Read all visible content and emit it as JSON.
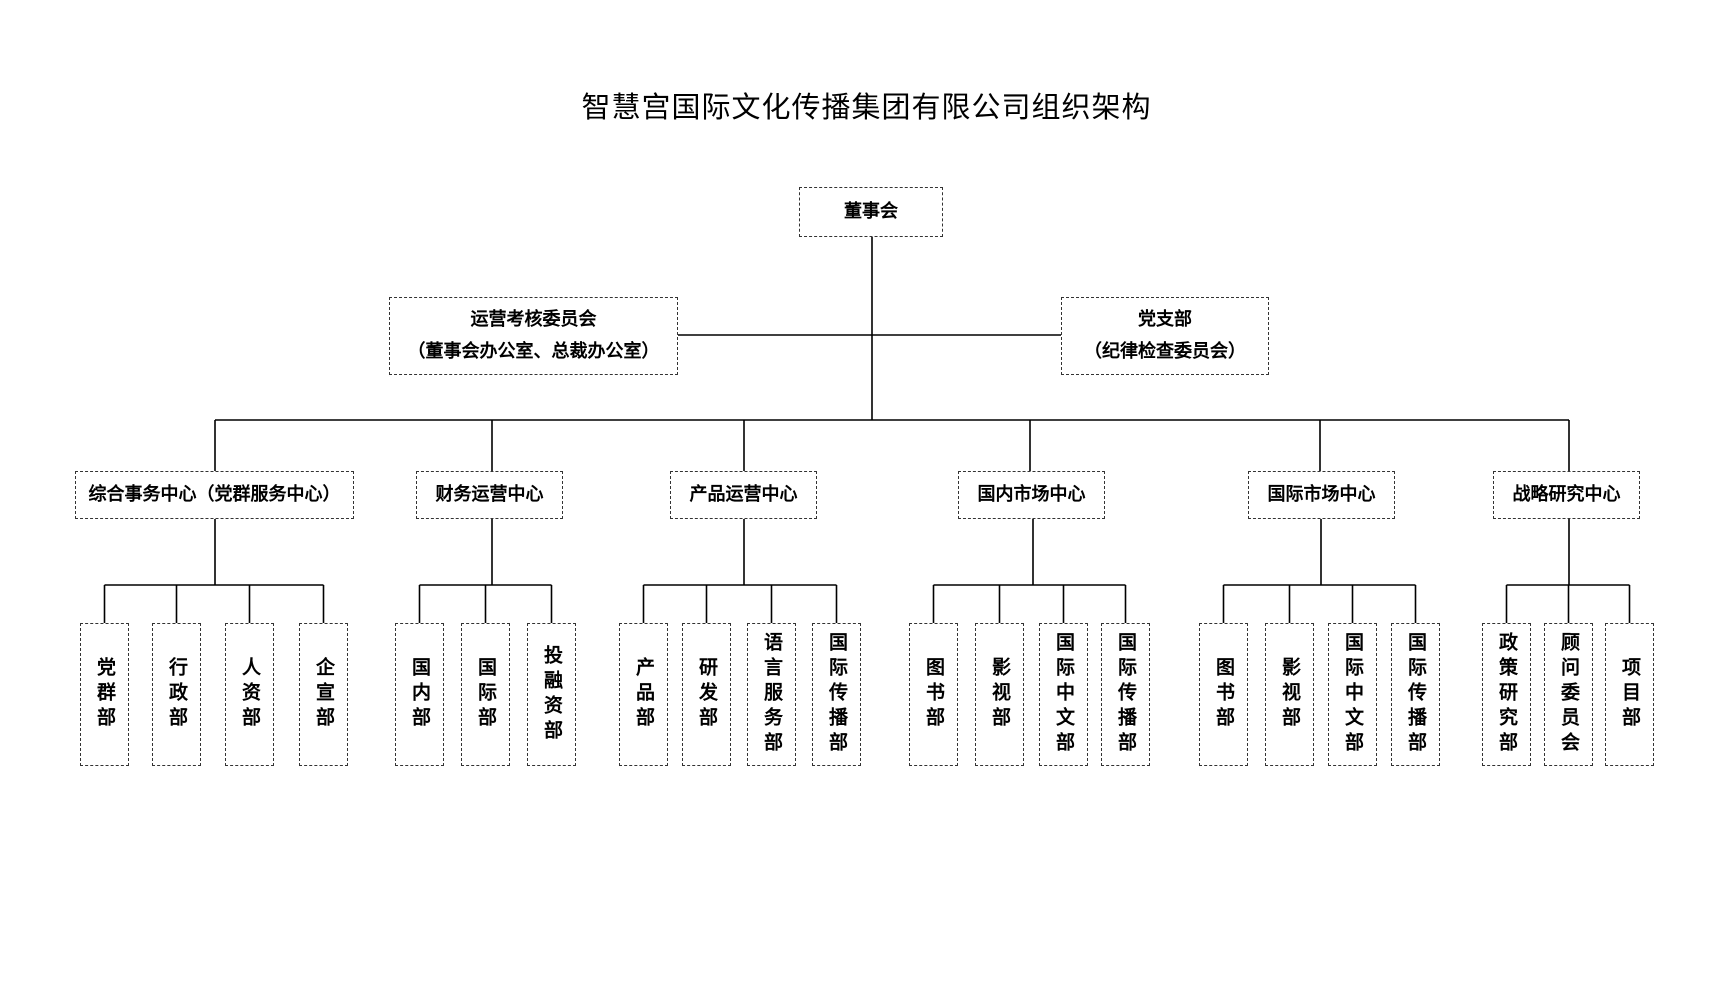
{
  "title": "智慧宫国际文化传播集团有限公司组织架构",
  "board": {
    "label": "董事会"
  },
  "left_committee": {
    "line1": "运营考核委员会",
    "line2": "（董事会办公室、总裁办公室）"
  },
  "right_committee": {
    "line1": "党支部",
    "line2": "（纪律检查委员会）"
  },
  "centers": [
    {
      "label": "综合事务中心（党群服务中心）",
      "departments": [
        "党群部",
        "行政部",
        "人资部",
        "企宣部"
      ]
    },
    {
      "label": "财务运营中心",
      "departments": [
        "国内部",
        "国际部",
        "投融资部"
      ]
    },
    {
      "label": "产品运营中心",
      "departments": [
        "产品部",
        "研发部",
        "语言服务部",
        "国际传播部"
      ]
    },
    {
      "label": "国内市场中心",
      "departments": [
        "图书部",
        "影视部",
        "国际中文部",
        "国际传播部"
      ]
    },
    {
      "label": "国际市场中心",
      "departments": [
        "图书部",
        "影视部",
        "国际中文部",
        "国际传播部"
      ]
    },
    {
      "label": "战略研究中心",
      "departments": [
        "政策研究部",
        "顾问委员会",
        "项目部"
      ]
    }
  ]
}
